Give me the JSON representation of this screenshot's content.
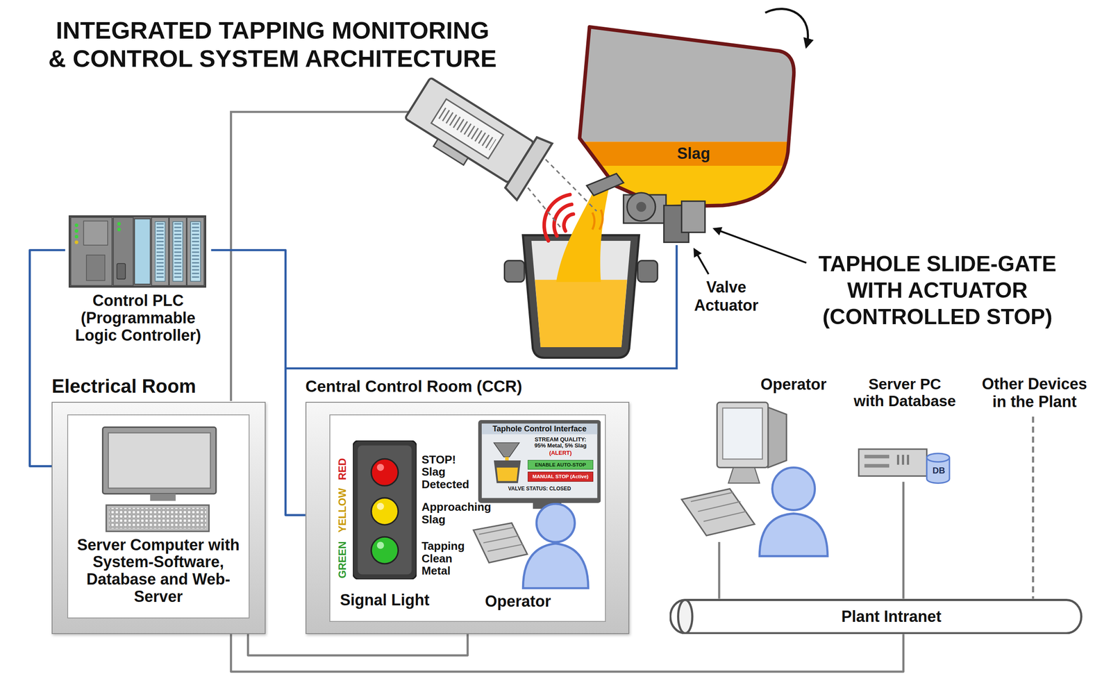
{
  "diagram": {
    "title": "INTEGRATED TAPPING MONITORING & CONTROL SYSTEM ARCHITECTURE",
    "nodes": [
      {
        "text": [
          "Control PLC (Programmable Logic Controller)"
        ]
      },
      {
        "text": [
          "Electrical Room"
        ]
      },
      {
        "text": [
          "Server Computer with System-Software, Database and Web-Server"
        ],
        "in": 1
      },
      {
        "text": [
          "Central Control Room (CCR)"
        ]
      },
      {
        "text": [
          "Signal Light"
        ],
        "in": 3
      },
      {
        "text": [
          "Taphole Control Interface",
          "STREAM QUALITY: 95% Metal, 5% Slag",
          "(ALERT)",
          "VALVE STATUS: CLOSED"
        ],
        "in": 3
      },
      {
        "text": [
          "ENABLE AUTO-STOP"
        ],
        "in": 5
      },
      {
        "text": [
          "MANUAL STOP (Active)"
        ],
        "in": 5
      },
      {
        "text": [
          "Operator"
        ]
      },
      {
        "text": [
          "Server PC with Database"
        ]
      },
      {
        "text": [
          "Other Devices in the Plant"
        ]
      },
      {
        "text": [
          "Plant Intranet"
        ]
      }
    ],
    "edges": [
      {
        "from": 0,
        "to": 2,
        "arrow": "none"
      },
      {
        "from": 0,
        "to": 3,
        "arrow": "none"
      },
      {
        "from": 1,
        "to": 3,
        "arrow": "none"
      },
      {
        "from": 1,
        "to": 11,
        "arrow": "none"
      },
      {
        "from": 8,
        "to": 11,
        "arrow": "none"
      },
      {
        "from": 9,
        "to": 11,
        "arrow": "none"
      },
      {
        "from": 10,
        "to": 11,
        "arrow": "none"
      }
    ],
    "labels": [
      "STOP! Slag Detected",
      "Approaching Slag",
      "Tapping Clean Metal",
      "RED",
      "YELLOW",
      "GREEN",
      "Operator",
      "Slag",
      "Valve Actuator",
      "TAPHOLE SLIDE-GATE WITH ACTUATOR (CONTROLLED STOP)",
      "DB"
    ]
  }
}
